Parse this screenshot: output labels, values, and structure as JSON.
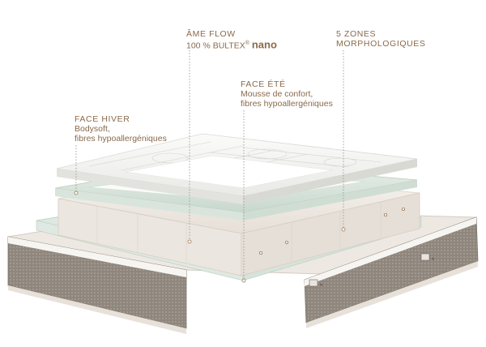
{
  "labels": {
    "ame_flow": {
      "title": "ÂME FLOW",
      "line1_prefix": "100 % BULTEX",
      "line1_reg": "®",
      "line1_brand": "nano"
    },
    "zones": {
      "title": "5 ZONES",
      "line1": "MORPHOLOGIQUES"
    },
    "face_ete": {
      "title": "FACE ÉTÉ",
      "line1": "Mousse de confort,",
      "line2": "fibres hypoallergéniques"
    },
    "face_hiver": {
      "title": "FACE HIVER",
      "line1": "Bodysoft,",
      "line2": "fibres hypoallergéniques"
    }
  },
  "colors": {
    "label_text": "#8a6a4a",
    "leader_line": "#9a8c80",
    "top_fabric": "#f3f3f1",
    "green_layer": "#dfe8e2",
    "core_foam": "#f0ece7",
    "cover_border": "#cfc6bb",
    "cover_side": "#8d857c"
  }
}
